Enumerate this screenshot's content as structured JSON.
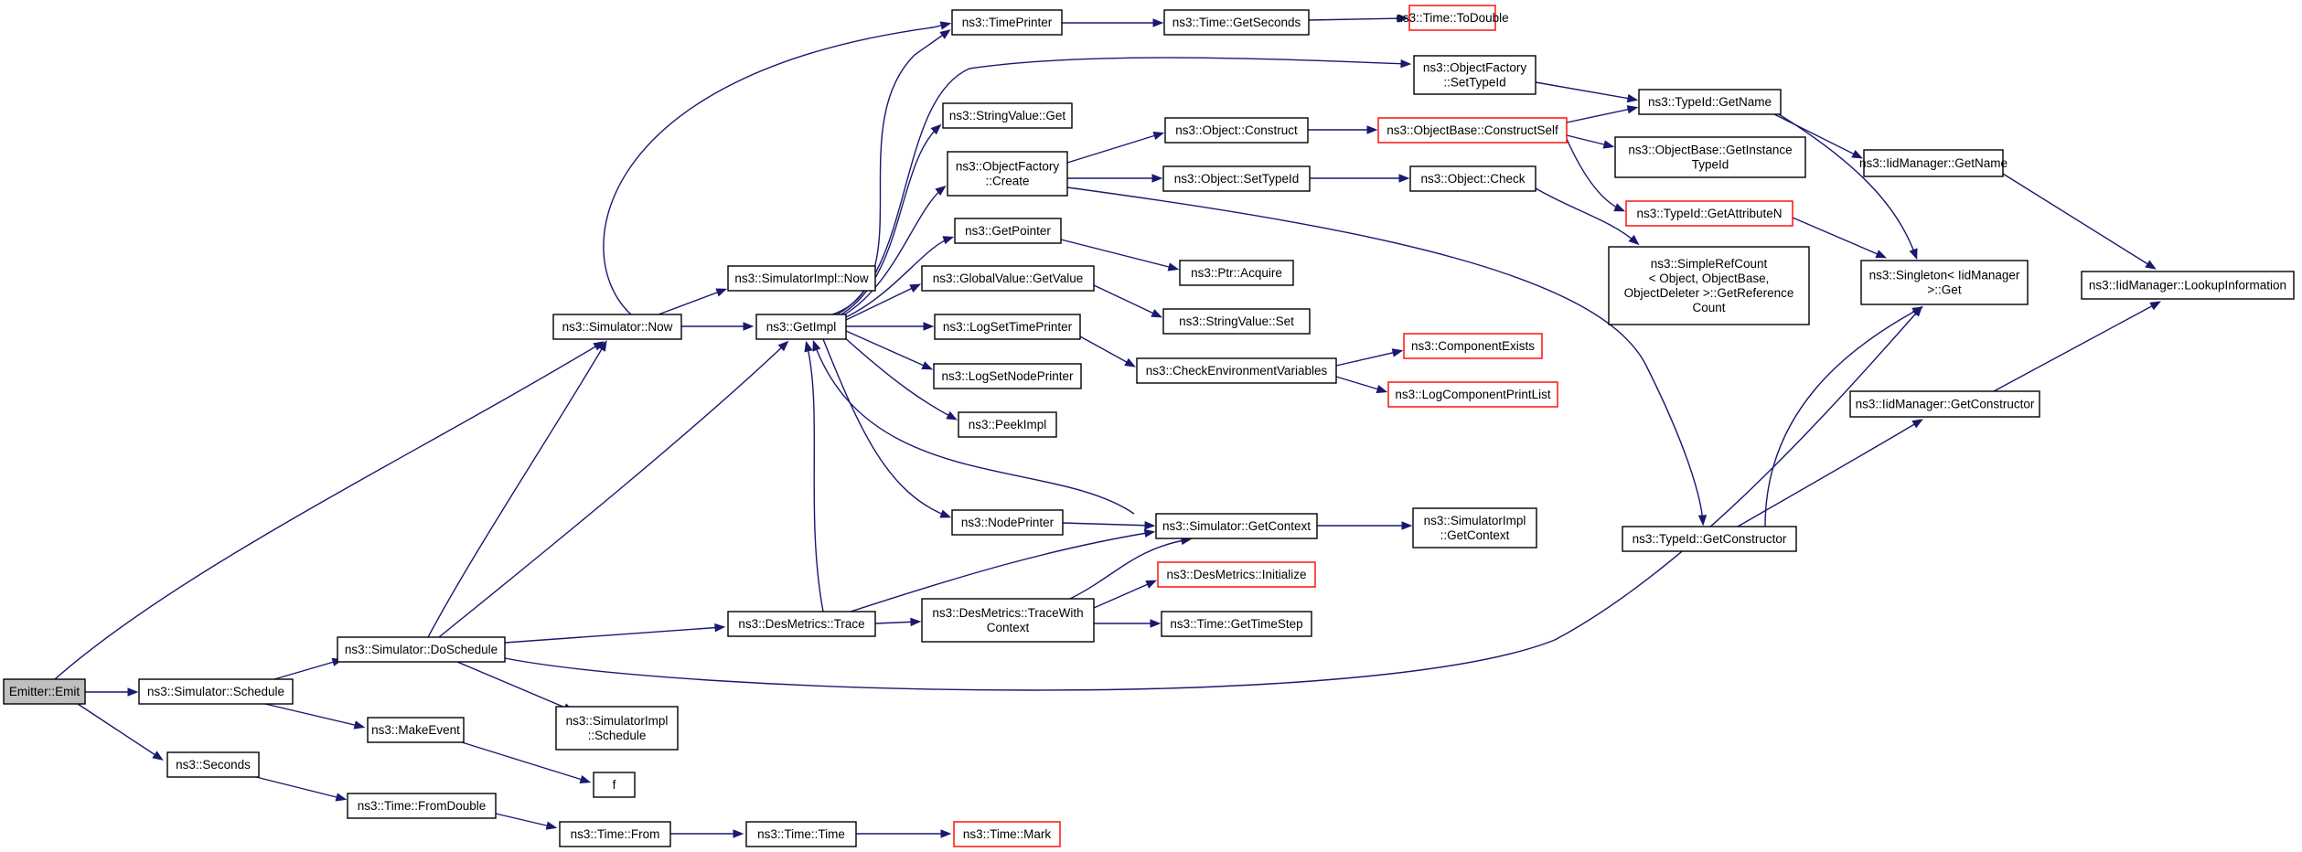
{
  "graph": {
    "title": "",
    "edge_color": "#191970",
    "link_border_color": "#ff0000",
    "root_fill": "#bfbfbf",
    "nodes": [
      {
        "id": "emit",
        "lines": [
          "Emitter::Emit"
        ],
        "root": true
      },
      {
        "id": "sched",
        "lines": [
          "ns3::Simulator::Schedule"
        ]
      },
      {
        "id": "seconds",
        "lines": [
          "ns3::Seconds"
        ]
      },
      {
        "id": "dosched",
        "lines": [
          "ns3::Simulator::DoSchedule"
        ]
      },
      {
        "id": "makeevent",
        "lines": [
          "ns3::MakeEvent"
        ]
      },
      {
        "id": "fromdouble",
        "lines": [
          "ns3::Time::FromDouble"
        ]
      },
      {
        "id": "simnow",
        "lines": [
          "ns3::Simulator::Now"
        ]
      },
      {
        "id": "getimpl",
        "lines": [
          "ns3::GetImpl"
        ]
      },
      {
        "id": "implnow",
        "lines": [
          "ns3::SimulatorImpl::Now"
        ]
      },
      {
        "id": "dmtrace",
        "lines": [
          "ns3::DesMetrics::Trace"
        ]
      },
      {
        "id": "implsched",
        "lines": [
          "ns3::SimulatorImpl",
          "::Schedule"
        ]
      },
      {
        "id": "f",
        "lines": [
          "f"
        ]
      },
      {
        "id": "timefrom",
        "lines": [
          "ns3::Time::From"
        ]
      },
      {
        "id": "timetime",
        "lines": [
          "ns3::Time::Time"
        ]
      },
      {
        "id": "timemark",
        "lines": [
          "ns3::Time::Mark"
        ],
        "red": true
      },
      {
        "id": "timeprinter",
        "lines": [
          "ns3::TimePrinter"
        ]
      },
      {
        "id": "strvalget",
        "lines": [
          "ns3::StringValue::Get"
        ]
      },
      {
        "id": "ofcreate",
        "lines": [
          "ns3::ObjectFactory",
          "::Create"
        ]
      },
      {
        "id": "getpointer",
        "lines": [
          "ns3::GetPointer"
        ]
      },
      {
        "id": "gvgetvalue",
        "lines": [
          "ns3::GlobalValue::GetValue"
        ]
      },
      {
        "id": "logsettime",
        "lines": [
          "ns3::LogSetTimePrinter"
        ]
      },
      {
        "id": "logsetnode",
        "lines": [
          "ns3::LogSetNodePrinter"
        ]
      },
      {
        "id": "peekimpl",
        "lines": [
          "ns3::PeekImpl"
        ]
      },
      {
        "id": "nodeprinter",
        "lines": [
          "ns3::NodePrinter"
        ]
      },
      {
        "id": "dmtracewith",
        "lines": [
          "ns3::DesMetrics::TraceWith",
          "Context"
        ]
      },
      {
        "id": "timegetsec",
        "lines": [
          "ns3::Time::GetSeconds"
        ]
      },
      {
        "id": "todouble",
        "lines": [
          "ns3::Time::ToDouble"
        ],
        "red": true
      },
      {
        "id": "objconstruct",
        "lines": [
          "ns3::Object::Construct"
        ]
      },
      {
        "id": "objsettypeid",
        "lines": [
          "ns3::Object::SetTypeId"
        ]
      },
      {
        "id": "ptracquire",
        "lines": [
          "ns3::Ptr::Acquire"
        ]
      },
      {
        "id": "strvalset",
        "lines": [
          "ns3::StringValue::Set"
        ]
      },
      {
        "id": "checkenv",
        "lines": [
          "ns3::CheckEnvironmentVariables"
        ]
      },
      {
        "id": "simgetctx",
        "lines": [
          "ns3::Simulator::GetContext"
        ]
      },
      {
        "id": "dminit",
        "lines": [
          "ns3::DesMetrics::Initialize"
        ],
        "red": true
      },
      {
        "id": "timegetstep",
        "lines": [
          "ns3::Time::GetTimeStep"
        ]
      },
      {
        "id": "ofsettypeid",
        "lines": [
          "ns3::ObjectFactory",
          "::SetTypeId"
        ]
      },
      {
        "id": "obconstructself",
        "lines": [
          "ns3::ObjectBase::ConstructSelf"
        ],
        "red": true
      },
      {
        "id": "objcheck",
        "lines": [
          "ns3::Object::Check"
        ]
      },
      {
        "id": "compexists",
        "lines": [
          "ns3::ComponentExists"
        ],
        "red": true
      },
      {
        "id": "logcompprint",
        "lines": [
          "ns3::LogComponentPrintList"
        ],
        "red": true
      },
      {
        "id": "implgetctx",
        "lines": [
          "ns3::SimulatorImpl",
          "::GetContext"
        ]
      },
      {
        "id": "typeidgetname",
        "lines": [
          "ns3::TypeId::GetName"
        ]
      },
      {
        "id": "obgetinst",
        "lines": [
          "ns3::ObjectBase::GetInstance",
          "TypeId"
        ]
      },
      {
        "id": "typeidgetattr",
        "lines": [
          "ns3::TypeId::GetAttributeN"
        ],
        "red": true
      },
      {
        "id": "simplerefcount",
        "lines": [
          "ns3::SimpleRefCount",
          "< Object, ObjectBase,",
          "ObjectDeleter >::GetReference",
          "Count"
        ]
      },
      {
        "id": "typeidgetctor",
        "lines": [
          "ns3::TypeId::GetConstructor"
        ]
      },
      {
        "id": "iidgetname",
        "lines": [
          "ns3::IidManager::GetName"
        ]
      },
      {
        "id": "singletonget",
        "lines": [
          "ns3::Singleton< IidManager",
          ">::Get"
        ]
      },
      {
        "id": "iidgetctor",
        "lines": [
          "ns3::IidManager::GetConstructor"
        ]
      },
      {
        "id": "iidlookup",
        "lines": [
          "ns3::IidManager::LookupInformation"
        ]
      }
    ]
  }
}
